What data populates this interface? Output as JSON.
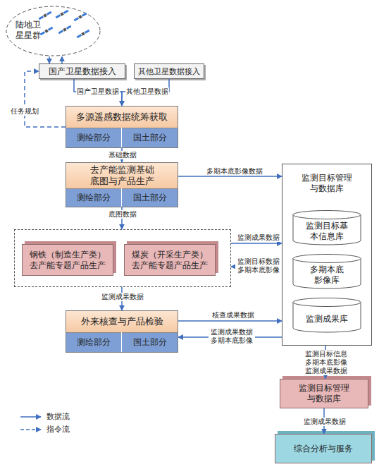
{
  "diagram": {
    "nodes": [
      {
        "text": [
          "陆地卫 星星群"
        ]
      },
      {
        "text": [
          "国产卫星数据接入"
        ]
      },
      {
        "text": [
          "其他卫星数据接入"
        ]
      },
      {
        "text": [
          "多源遥感数据统筹获取"
        ]
      },
      {
        "text": [
          "测绘部分"
        ],
        "in": 3
      },
      {
        "text": [
          "国土部分"
        ],
        "in": 3
      },
      {
        "text": [
          "去产能监测基础 底图与产品生产"
        ]
      },
      {
        "text": [
          "测绘部分"
        ],
        "in": 6
      },
      {
        "text": [
          "国土部分"
        ],
        "in": 6
      },
      {
        "text": [
          "监测目标管理 与数据库"
        ]
      },
      {
        "text": [
          "监测目标基 本信息库"
        ],
        "in": 9
      },
      {
        "text": [
          "多期本底 影像库"
        ],
        "in": 9
      },
      {
        "text": [
          "监测成果库"
        ],
        "in": 9
      },
      {
        "text": []
      },
      {
        "text": [
          "钢铁（制造生产类） 去产能专题产品生产"
        ],
        "in": 13
      },
      {
        "text": [
          "煤炭（开采生产类） 去产能专题产品生产"
        ],
        "in": 13
      },
      {
        "text": [
          "外来核查与产品检验"
        ]
      },
      {
        "text": [
          "测绘部分"
        ],
        "in": 16
      },
      {
        "text": [
          "国土部分"
        ],
        "in": 16
      },
      {
        "text": [
          "监测目标管理 与数据库"
        ]
      },
      {
        "text": [
          "综合分析与服务"
        ]
      }
    ],
    "edges": [
      {
        "from": 0,
        "to": 1,
        "arrow": "to"
      },
      {
        "from": 1,
        "to": 0,
        "arrow": "to"
      },
      {
        "from": 1,
        "to": 3,
        "label": "国产卫星数据",
        "arrow": "to"
      },
      {
        "from": 2,
        "to": 3,
        "label": "其他卫星数据",
        "arrow": "to"
      },
      {
        "from": 3,
        "to": 1,
        "label": "任务规划",
        "arrow": "to"
      },
      {
        "from": 3,
        "to": 6,
        "label": "基础数据",
        "arrow": "to"
      },
      {
        "from": 6,
        "to": 9,
        "label": "多期本底影像数据",
        "arrow": "to"
      },
      {
        "from": 6,
        "to": 13,
        "label": "底图数据",
        "arrow": "to"
      },
      {
        "from": 13,
        "to": 9,
        "label": "监测成果数据",
        "arrow": "to"
      },
      {
        "from": 9,
        "to": 13,
        "label": "监测目标数据 多期本底影像",
        "arrow": "to"
      },
      {
        "from": 13,
        "to": 16,
        "label": "监测成果数据",
        "arrow": "to"
      },
      {
        "from": 16,
        "to": 9,
        "label": "核查成果数据",
        "arrow": "to"
      },
      {
        "from": 9,
        "to": 16,
        "label": "监测成果数据 多期本底影像",
        "arrow": "to"
      },
      {
        "from": 9,
        "to": 19,
        "label": "监测目标信息 多期本底影像 监测成果数据",
        "arrow": "to"
      },
      {
        "from": 19,
        "to": 20,
        "label": "监测成果数据",
        "arrow": "to"
      }
    ],
    "legend": [
      {
        "text": "数据流"
      },
      {
        "text": "指令流"
      }
    ]
  }
}
